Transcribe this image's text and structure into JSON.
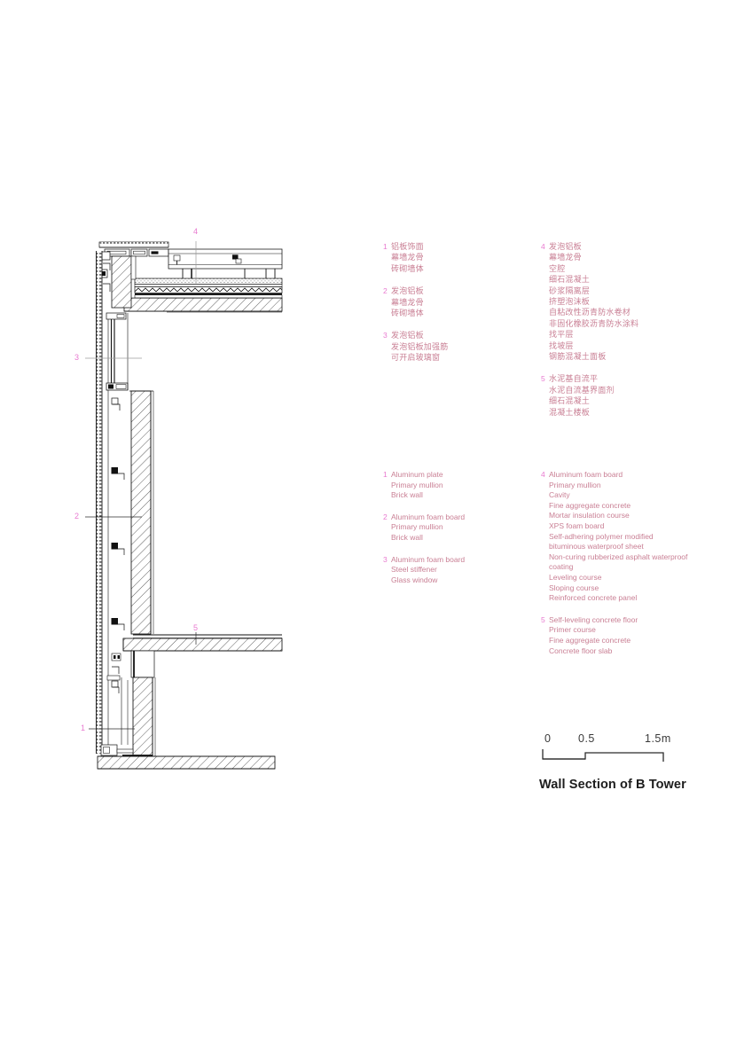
{
  "sheet": {
    "title": "Wall Section of B Tower",
    "accent_color": "#e87ad0",
    "note_text_color": "#c97f94",
    "title_color": "#1d1d1d"
  },
  "scale_bar": {
    "ticks": [
      "0",
      "0.5",
      "1.5m"
    ],
    "unit": "m"
  },
  "drawing_markers": [
    {
      "id": "1",
      "label": "1"
    },
    {
      "id": "2",
      "label": "2"
    },
    {
      "id": "3",
      "label": "3"
    },
    {
      "id": "4",
      "label": "4"
    },
    {
      "id": "5",
      "label": "5"
    }
  ],
  "notes_cn": [
    {
      "num": "1",
      "lines": [
        "铝板饰面",
        "幕墙龙骨",
        "砖砌墙体"
      ]
    },
    {
      "num": "2",
      "lines": [
        "发泡铝板",
        "幕墙龙骨",
        "砖砌墙体"
      ]
    },
    {
      "num": "3",
      "lines": [
        "发泡铝板",
        "发泡铝板加强筋",
        "可开启玻璃窗"
      ]
    },
    {
      "num": "4",
      "lines": [
        "发泡铝板",
        "幕墙龙骨",
        "空腔",
        "细石混凝土",
        "砂浆隔离层",
        "挤塑泡沫板",
        "自粘改性沥青防水卷材",
        "非固化橡胶沥青防水涂料",
        "找平层",
        "找坡层",
        "钢筋混凝土面板"
      ]
    },
    {
      "num": "5",
      "lines": [
        "水泥基自流平",
        "水泥自流基界面剂",
        "细石混凝土",
        "混凝土楼板"
      ]
    }
  ],
  "notes_en": [
    {
      "num": "1",
      "lines": [
        "Aluminum plate",
        "Primary mullion",
        "Brick wall"
      ]
    },
    {
      "num": "2",
      "lines": [
        "Aluminum foam board",
        "Primary mullion",
        "Brick wall"
      ]
    },
    {
      "num": "3",
      "lines": [
        "Aluminum foam board",
        "Steel stiffener",
        "Glass window"
      ]
    },
    {
      "num": "4",
      "lines": [
        "Aluminum foam board",
        "Primary mullion",
        "Cavity",
        "Fine aggregate  concrete",
        "Mortar insulation course",
        "XPS foam board",
        "Self-adhering polymer modified",
        "bituminous waterproof sheet",
        "Non-curing rubberized asphalt waterproof",
        "coating",
        "Leveling course",
        "Sloping course",
        "Reinforced concrete panel"
      ]
    },
    {
      "num": "5",
      "lines": [
        "Self-leveling concrete floor",
        "Primer course",
        "Fine aggregate  concrete",
        "Concrete floor slab"
      ]
    }
  ]
}
